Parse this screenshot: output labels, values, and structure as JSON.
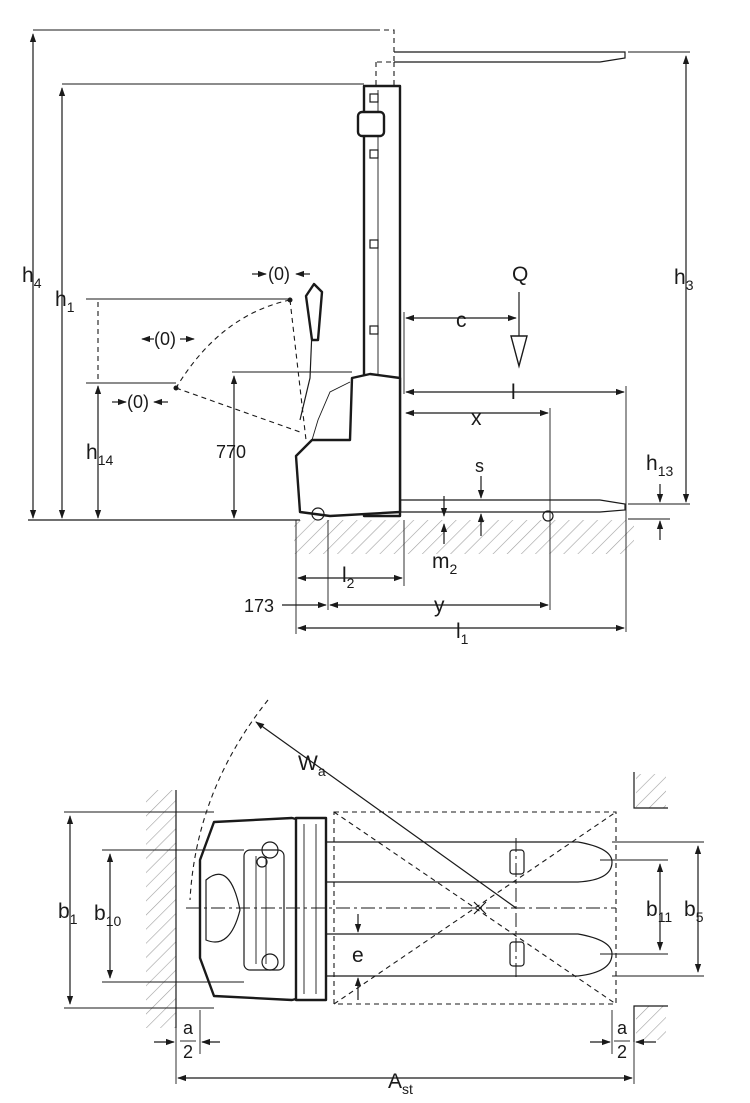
{
  "side_view": {
    "labels": {
      "h4": {
        "main": "h",
        "sub": "4"
      },
      "h1": {
        "main": "h",
        "sub": "1"
      },
      "h14": {
        "main": "h",
        "sub": "14"
      },
      "h3": {
        "main": "h",
        "sub": "3"
      },
      "h13": {
        "main": "h",
        "sub": "13"
      },
      "m2": {
        "main": "m",
        "sub": "2"
      },
      "l2": {
        "main": "l",
        "sub": "2"
      },
      "l1": {
        "main": "l",
        "sub": "1"
      },
      "Q": "Q",
      "c": "c",
      "l": "l",
      "x": "x",
      "s": "s",
      "y": "y",
      "val_770": "770",
      "val_173": "173",
      "zero_top": "(0)",
      "zero_mid": "(0)",
      "zero_low": "(0)"
    }
  },
  "top_view": {
    "labels": {
      "Wa": {
        "main": "W",
        "sub": "a"
      },
      "b1": {
        "main": "b",
        "sub": "1"
      },
      "b10": {
        "main": "b",
        "sub": "10"
      },
      "b11": {
        "main": "b",
        "sub": "11"
      },
      "b5": {
        "main": "b",
        "sub": "5"
      },
      "e": "e",
      "a_left": {
        "num": "a",
        "den": "2"
      },
      "a_right": {
        "num": "a",
        "den": "2"
      },
      "Ast": {
        "main": "A",
        "sub": "st"
      }
    }
  },
  "icons": {
    "dimension_arrow": "arrow-head",
    "load_arrow": "down-arrow-icon"
  }
}
